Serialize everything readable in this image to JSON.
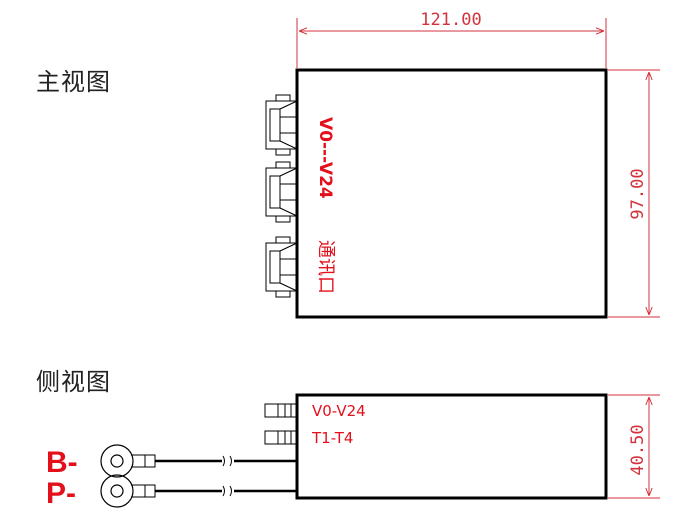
{
  "views": {
    "front_title": "主视图",
    "side_title": "侧视图"
  },
  "dimensions": {
    "width": "121.00",
    "height": "97.00",
    "depth": "40.50"
  },
  "front_view": {
    "port_label_range": "V0---V24",
    "comm_label": "通讯口"
  },
  "side_view": {
    "voltage_label": "V0-V24",
    "temp_label": "T1-T4",
    "wire_b": "B-",
    "wire_p": "P-"
  },
  "colors": {
    "outline": "#000000",
    "dimension": "#d2323c",
    "label_red": "#e3101c"
  }
}
